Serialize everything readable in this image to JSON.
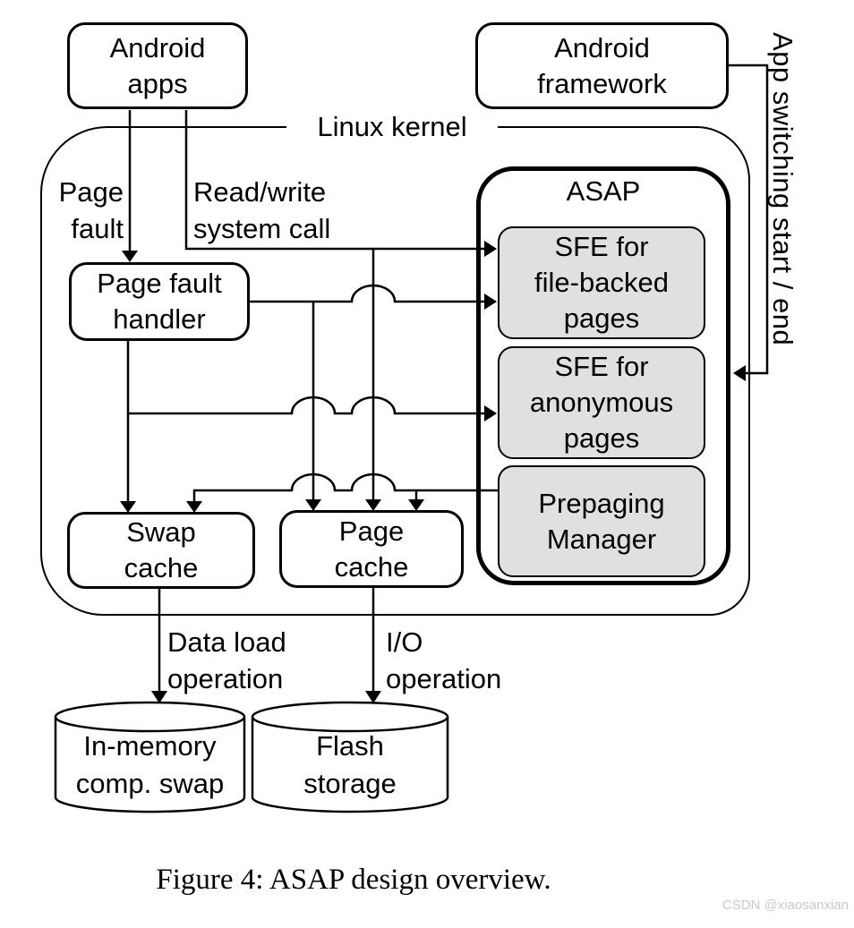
{
  "figure": {
    "caption": "Figure 4: ASAP design overview.",
    "watermark": "CSDN @xiaosanxian"
  },
  "nodes": {
    "android_apps": "Android\napps",
    "android_framework": "Android\nframework",
    "linux_kernel": "Linux kernel",
    "asap": "ASAP",
    "sfe_file_backed": "SFE for\nfile-backed\npages",
    "sfe_anonymous": "SFE for\nanonymous\npages",
    "prepaging_manager": "Prepaging\nManager",
    "page_fault_handler": "Page fault\nhandler",
    "swap_cache": "Swap\ncache",
    "page_cache": "Page\ncache",
    "in_memory_comp_swap": "In-memory\ncomp. swap",
    "flash_storage": "Flash\nstorage"
  },
  "edge_labels": {
    "page_fault": "Page\nfault",
    "read_write_syscall": "Read/write\nsystem call",
    "app_switching": "App switching start / end",
    "data_load": "Data load\noperation",
    "io_operation": "I/O\noperation"
  },
  "colors": {
    "stroke": "#000000",
    "node_fill": "#ffffff",
    "asap_module_fill": "#e0e0e0",
    "watermark": "#c9c9c9"
  }
}
